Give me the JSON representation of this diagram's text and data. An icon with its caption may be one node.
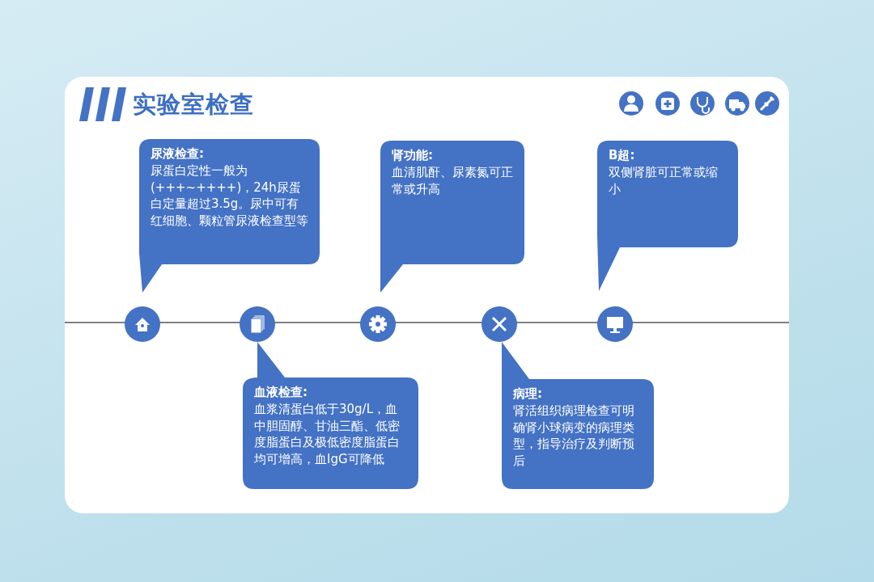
{
  "diagram": {
    "title": "实验室检查",
    "nodes": [
      {
        "text": [
          "尿液检查:",
          "尿蛋白定性一般为(+++~++++)，24h尿蛋白定量超过3.5g。尿中可有红细胞、颗粒管尿液检查型等"
        ]
      },
      {
        "text": [
          "血液检查:",
          "血浆清蛋白低于30g/L，血中胆固醇、甘油三酯、低密度脂蛋白及极低密度脂蛋白均可增高，血IgG可降低"
        ]
      },
      {
        "text": [
          "肾功能:",
          "血清肌酐、尿素氮可正常或升高"
        ]
      },
      {
        "text": [
          "病理:",
          "肾活组织病理检查可明确肾小球病变的病理类型，指导治疗及判断预后"
        ]
      },
      {
        "text": [
          "B超:",
          "双侧肾脏可正常或缩小"
        ]
      }
    ]
  }
}
